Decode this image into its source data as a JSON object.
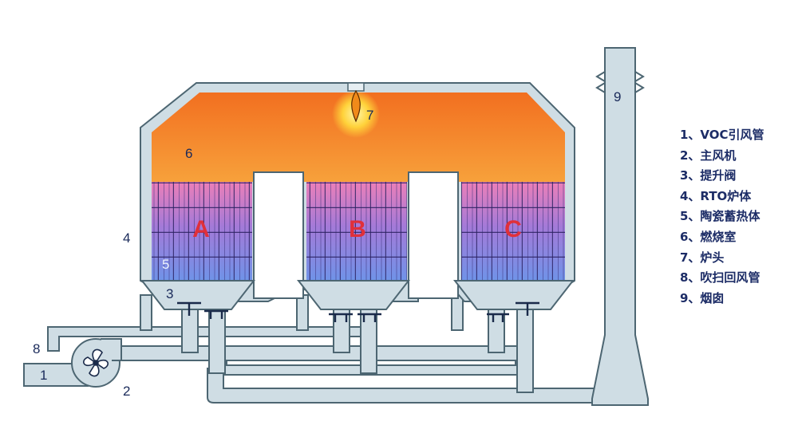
{
  "chamber_labels": [
    "A",
    "B",
    "C"
  ],
  "numbers": {
    "n1": "1",
    "n2": "2",
    "n3": "3",
    "n4": "4",
    "n5": "5",
    "n6": "6",
    "n7": "7",
    "n8": "8",
    "n9": "9"
  },
  "legend": [
    "1、VOC引风管",
    "2、主风机",
    "3、提升阀",
    "4、RTO炉体",
    "5、陶瓷蓄热体",
    "6、燃烧室",
    "7、炉头",
    "8、吹扫回风管",
    "9、烟囱"
  ],
  "colors": {
    "furnace_shell": "#cfdde4",
    "outline": "#4d6672",
    "combustion_top": "#f2801e",
    "ceramic_pink": "#e97bbd",
    "ceramic_blue": "#6e8fe6",
    "flame": "#ffd33a",
    "letter": "#e0303a",
    "legend_text": "#1c2c66"
  },
  "icons": {
    "fan": "fan-icon",
    "burner": "burner-flame-icon",
    "valve": "poppet-valve-icon"
  }
}
